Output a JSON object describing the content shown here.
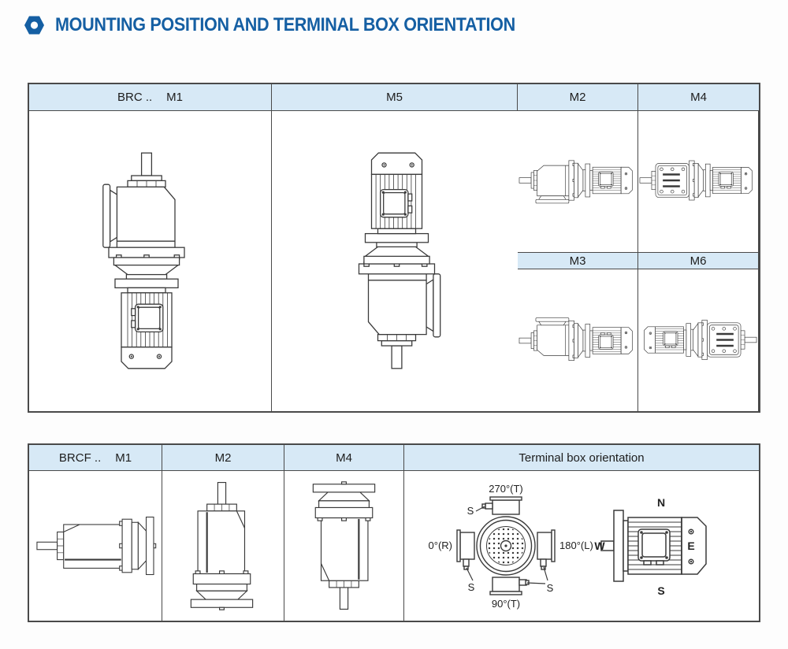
{
  "title": {
    "text": "MOUNTING POSITION AND TERMINAL BOX ORIENTATION",
    "icon": "hex-nut-icon"
  },
  "colors": {
    "accent_blue": "#155fa3",
    "header_band_fill": "#d7e9f6",
    "table_border": "#4a4a4a",
    "drawing_line": "#3a3a3a"
  },
  "table_brc": {
    "series_label": "BRC ..",
    "headers": {
      "m1": "M1",
      "m5": "M5",
      "m2": "M2",
      "m4": "M4",
      "m3": "M3",
      "m6": "M6"
    }
  },
  "table_brcf": {
    "series_label": "BRCF ..",
    "headers": {
      "m1": "M1",
      "m2": "M2",
      "m4": "M4",
      "terminal": "Terminal box orientation"
    }
  },
  "orientation": {
    "angles": {
      "top": "270°(T)",
      "left": "0°(R)",
      "right": "180°(L)",
      "bottom": "90°(T)"
    },
    "gland": "S",
    "compass": {
      "n": "N",
      "e": "E",
      "s": "S",
      "w": "W"
    }
  }
}
